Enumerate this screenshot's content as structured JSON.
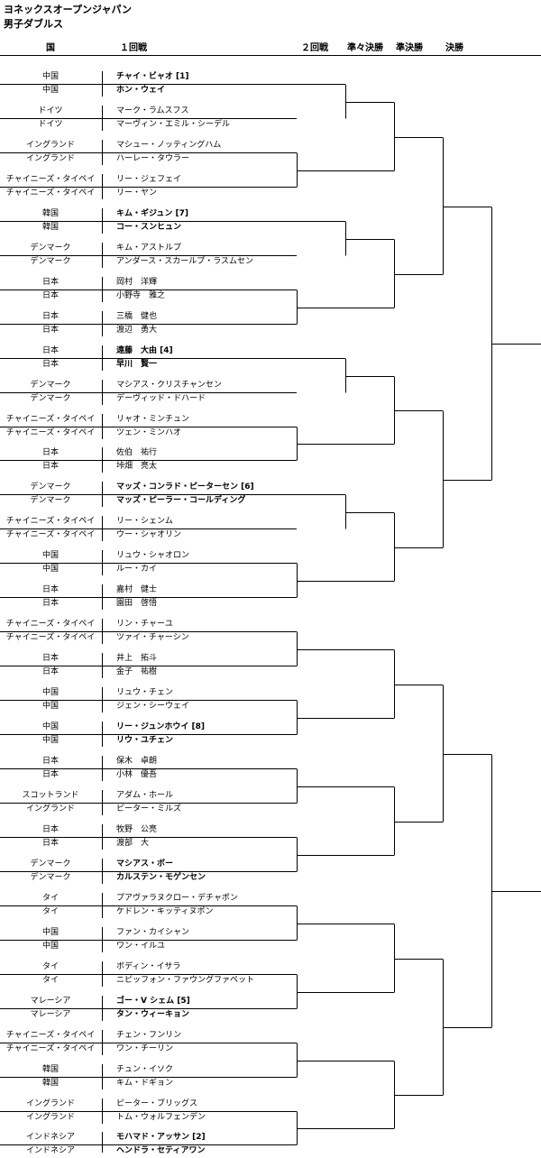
{
  "header": {
    "title": "ヨネックスオープンジャパン",
    "subtitle": "男子ダブルス",
    "col_country": "国",
    "col_r1": "１回戦",
    "col_r2": "２回戦",
    "col_qf": "準々決勝",
    "col_sf": "準決勝",
    "col_f": "決勝"
  },
  "matches": [
    {
      "pair": [
        {
          "country": "中国",
          "player": "チャイ・ビャオ [1]",
          "seed": true
        },
        {
          "country": "中国",
          "player": "ホン・ウェイ",
          "seed": true
        }
      ],
      "bye": true
    },
    {
      "pair": [
        {
          "country": "ドイツ",
          "player": "マーク・ラムスフス"
        },
        {
          "country": "ドイツ",
          "player": "マーヴィン・エミル・シーデル"
        }
      ]
    },
    {
      "pair": [
        {
          "country": "イングランド",
          "player": "マシュー・ノッティングハム"
        },
        {
          "country": "イングランド",
          "player": "ハーレー・タウラー"
        }
      ]
    },
    {
      "pair": [
        {
          "country": "チャイニーズ・タイペイ",
          "player": "リー・ジェフェイ"
        },
        {
          "country": "チャイニーズ・タイペイ",
          "player": "リー・ヤン"
        }
      ]
    },
    {
      "pair": [
        {
          "country": "韓国",
          "player": "キム・ギジュン [7]",
          "seed": true
        },
        {
          "country": "韓国",
          "player": "コー・スンヒュン",
          "seed": true
        }
      ],
      "bye": true
    },
    {
      "pair": [
        {
          "country": "デンマーク",
          "player": "キム・アストルプ"
        },
        {
          "country": "デンマーク",
          "player": "アンダース・スカールプ・ラスムセン"
        }
      ]
    },
    {
      "pair": [
        {
          "country": "日本",
          "player": "岡村　洋輝"
        },
        {
          "country": "日本",
          "player": "小野寺　雅之"
        }
      ]
    },
    {
      "pair": [
        {
          "country": "日本",
          "player": "三橋　健也"
        },
        {
          "country": "日本",
          "player": "渡辺　勇大"
        }
      ]
    },
    {
      "pair": [
        {
          "country": "日本",
          "player": "遠藤　大由 [4]",
          "seed": true
        },
        {
          "country": "日本",
          "player": "早川　賢一",
          "seed": true
        }
      ],
      "bye": true
    },
    {
      "pair": [
        {
          "country": "デンマーク",
          "player": "マシアス・クリスチャンセン"
        },
        {
          "country": "デンマーク",
          "player": "デーヴィッド・ドハード"
        }
      ]
    },
    {
      "pair": [
        {
          "country": "チャイニーズ・タイペイ",
          "player": "リャオ・ミンチュン"
        },
        {
          "country": "チャイニーズ・タイペイ",
          "player": "ツェン・ミンハオ"
        }
      ]
    },
    {
      "pair": [
        {
          "country": "日本",
          "player": "佐伯　祐行"
        },
        {
          "country": "日本",
          "player": "垰畑　亮太"
        }
      ]
    },
    {
      "pair": [
        {
          "country": "デンマーク",
          "player": "マッズ・コンラド・ピーターセン [6]",
          "seed": true
        },
        {
          "country": "デンマーク",
          "player": "マッズ・ピーラー・コールディング",
          "seed": true
        }
      ],
      "bye": true
    },
    {
      "pair": [
        {
          "country": "チャイニーズ・タイペイ",
          "player": "リー・シェンム"
        },
        {
          "country": "チャイニーズ・タイペイ",
          "player": "ウー・シャオリン"
        }
      ]
    },
    {
      "pair": [
        {
          "country": "中国",
          "player": "リュウ・シャオロン"
        },
        {
          "country": "中国",
          "player": "ルー・カイ"
        }
      ]
    },
    {
      "pair": [
        {
          "country": "日本",
          "player": "嘉村　健士"
        },
        {
          "country": "日本",
          "player": "園田　啓悟"
        }
      ]
    },
    {
      "pair": [
        {
          "country": "チャイニーズ・タイペイ",
          "player": "リン・チャーユ"
        },
        {
          "country": "チャイニーズ・タイペイ",
          "player": "ツァイ・チャーシン"
        }
      ]
    },
    {
      "pair": [
        {
          "country": "日本",
          "player": "井上　拓斗"
        },
        {
          "country": "日本",
          "player": "金子　祐樹"
        }
      ]
    },
    {
      "pair": [
        {
          "country": "中国",
          "player": "リュウ・チェン"
        },
        {
          "country": "中国",
          "player": "ジェン・シーウェイ"
        }
      ]
    },
    {
      "pair": [
        {
          "country": "中国",
          "player": "リー・ジュンホウイ [8]",
          "seed": true
        },
        {
          "country": "中国",
          "player": "リウ・ユチェン",
          "seed": true
        }
      ],
      "bye": true
    },
    {
      "pair": [
        {
          "country": "日本",
          "player": "保木　卓朗"
        },
        {
          "country": "日本",
          "player": "小林　優吾"
        }
      ]
    },
    {
      "pair": [
        {
          "country": "スコットランド",
          "player": "アダム・ホール"
        },
        {
          "country": "イングランド",
          "player": "ピーター・ミルズ"
        }
      ]
    },
    {
      "pair": [
        {
          "country": "日本",
          "player": "牧野　公亮"
        },
        {
          "country": "日本",
          "player": "渡部　大"
        }
      ]
    },
    {
      "pair": [
        {
          "country": "デンマーク",
          "player": "マシアス・ボー",
          "seed": true
        },
        {
          "country": "デンマーク",
          "player": "カルステン・モゲンセン",
          "seed": true
        }
      ],
      "bye": true
    },
    {
      "pair": [
        {
          "country": "タイ",
          "player": "プアヴァラヌクロー・デチャポン"
        },
        {
          "country": "タイ",
          "player": "ケドレン・キッティヌポン"
        }
      ]
    },
    {
      "pair": [
        {
          "country": "中国",
          "player": "ファン・カイシャン"
        },
        {
          "country": "中国",
          "player": "ワン・イルユ"
        }
      ]
    },
    {
      "pair": [
        {
          "country": "タイ",
          "player": "ボディン・イサラ"
        },
        {
          "country": "タイ",
          "player": "ニピッフォン・ファウングファペット"
        }
      ]
    },
    {
      "pair": [
        {
          "country": "マレーシア",
          "player": "ゴー・V シェム [5]",
          "seed": true
        },
        {
          "country": "マレーシア",
          "player": "タン・ウィーキョン",
          "seed": true
        }
      ],
      "bye": true
    },
    {
      "pair": [
        {
          "country": "チャイニーズ・タイペイ",
          "player": "チェン・フンリン"
        },
        {
          "country": "チャイニーズ・タイペイ",
          "player": "ワン・チーリン"
        }
      ]
    },
    {
      "pair": [
        {
          "country": "韓国",
          "player": "チュン・イソク"
        },
        {
          "country": "韓国",
          "player": "キム・ドギョン"
        }
      ]
    },
    {
      "pair": [
        {
          "country": "イングランド",
          "player": "ピーター・ブリッグス"
        },
        {
          "country": "イングランド",
          "player": "トム・ウォルフェンデン"
        }
      ]
    },
    {
      "pair": [
        {
          "country": "インドネシア",
          "player": "モハマド・アッサン [2]",
          "seed": true
        },
        {
          "country": "インドネシア",
          "player": "ヘンドラ・セティアワン",
          "seed": true
        }
      ],
      "bye": true
    }
  ]
}
